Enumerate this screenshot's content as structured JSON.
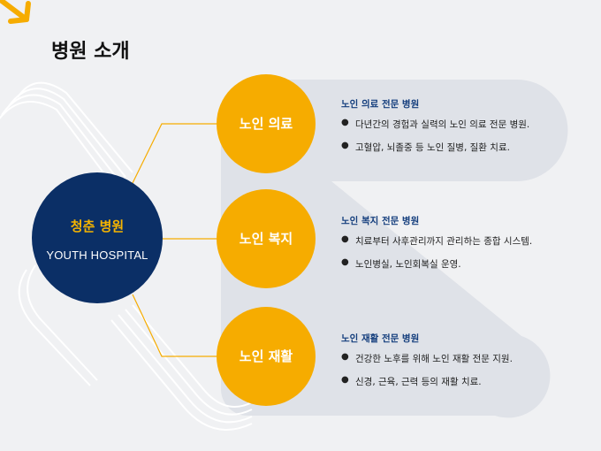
{
  "slide": {
    "title": "병원 소개",
    "center": {
      "name": "청춘 병원",
      "subtitle": "YOUTH HOSPITAL"
    },
    "services": [
      {
        "label": "노인 의료",
        "heading": "노인 의료 전문 병원",
        "bullets": [
          "다년간의 경험과 실력의 노인 의료 전문 병원.",
          "고혈압, 뇌졸중 등 노인 질병, 질환 치료."
        ]
      },
      {
        "label": "노인 복지",
        "heading": "노인 복지 전문 병원",
        "bullets": [
          "치료부터 사후관리까지 관리하는 종합 시스템.",
          "노인병실, 노인회복실 운영."
        ]
      },
      {
        "label": "노인 재활",
        "heading": "노인 재활 전문 병원",
        "bullets": [
          "건강한 노후를 위해 노인 재활 전문 지원.",
          "신경, 근육, 근력 등의 재활 치료."
        ]
      }
    ]
  },
  "icons": {
    "corner": "arrow-down-right-icon",
    "bullet": "bullet-dot-icon"
  },
  "colors": {
    "navy": "#0b2f66",
    "orange": "#f6ac00",
    "heading_blue": "#143e7d",
    "background": "#f0f1f3"
  }
}
